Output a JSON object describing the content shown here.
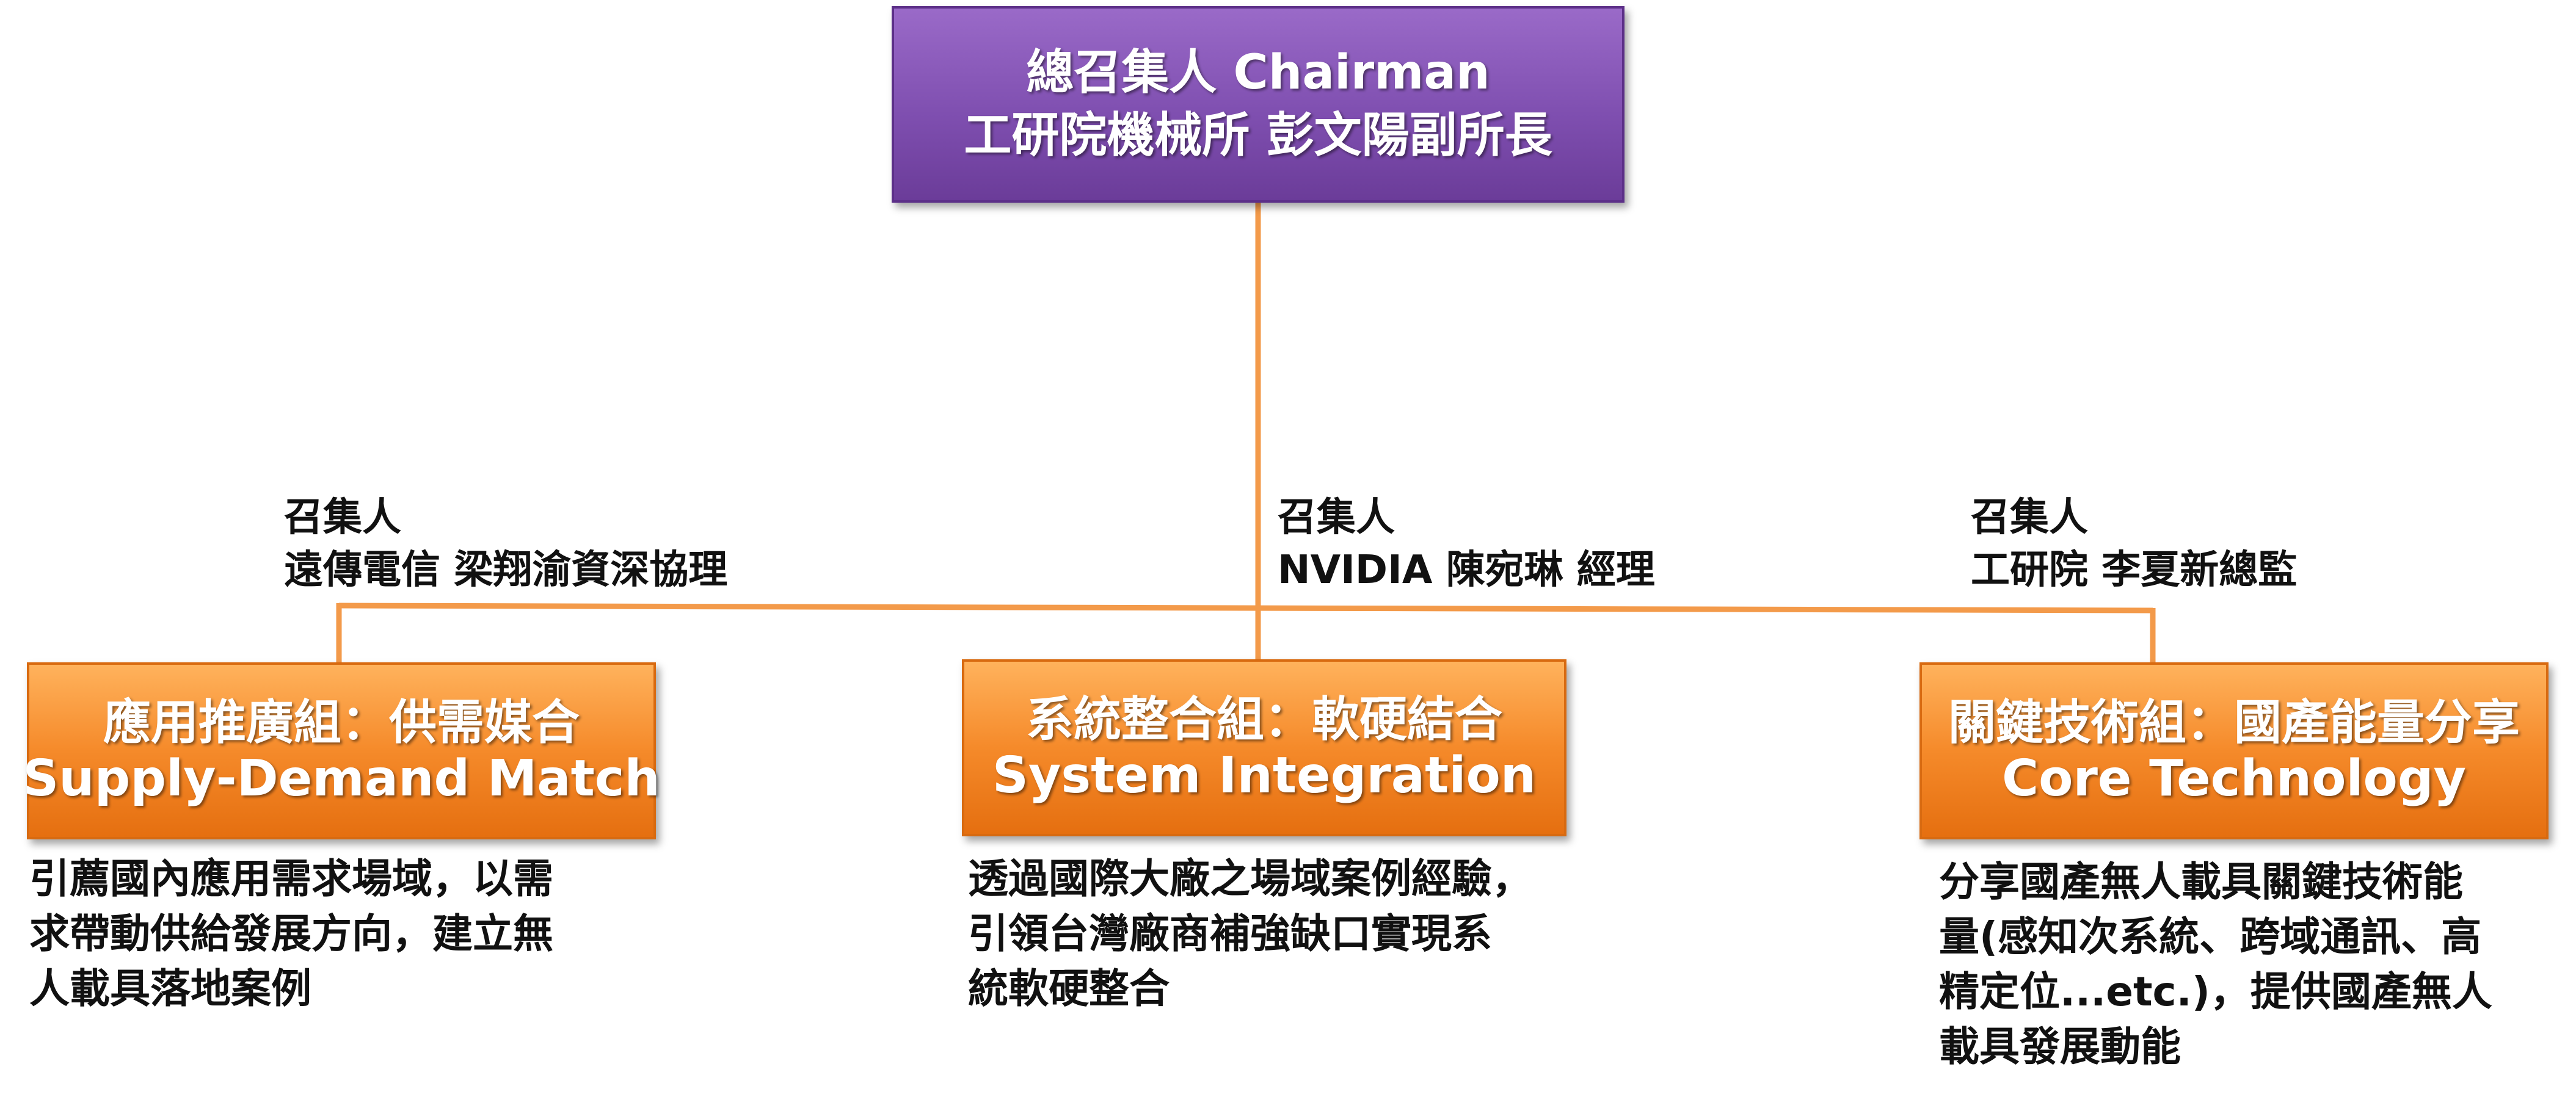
{
  "colors": {
    "connector": "#f39a4a",
    "chairman_box": "#7f4fb0",
    "group_box": "#f58a2a",
    "box_text": "#ffffff",
    "body_text": "#111111"
  },
  "chairman": {
    "line1": "總召集人 Chairman",
    "line2": "工研院機械所 彭文陽副所長"
  },
  "groups": [
    {
      "lead_title": "召集人",
      "lead_name": "遠傳電信 梁翔渝資深協理",
      "name_zh": "應用推廣組：供需媒合",
      "name_en": "Supply-Demand Match",
      "desc": [
        "引薦國內應用需求場域，以需",
        "求帶動供給發展方向，建立無",
        "人載具落地案例"
      ]
    },
    {
      "lead_title": "召集人",
      "lead_name": "NVIDIA  陳宛琳 經理",
      "name_zh": "系統整合組：軟硬結合",
      "name_en": "System Integration",
      "desc": [
        "透過國際大廠之場域案例經驗，",
        "引領台灣廠商補強缺口實現系",
        "統軟硬整合"
      ]
    },
    {
      "lead_title": "召集人",
      "lead_name": "工研院 李夏新總監",
      "name_zh": "關鍵技術組：國產能量分享",
      "name_en": "Core Technology",
      "desc": [
        "分享國產無人載具關鍵技術能",
        "量(感知次系統、跨域通訊、高",
        "精定位...etc.)，提供國產無人",
        "載具發展動能"
      ]
    }
  ]
}
